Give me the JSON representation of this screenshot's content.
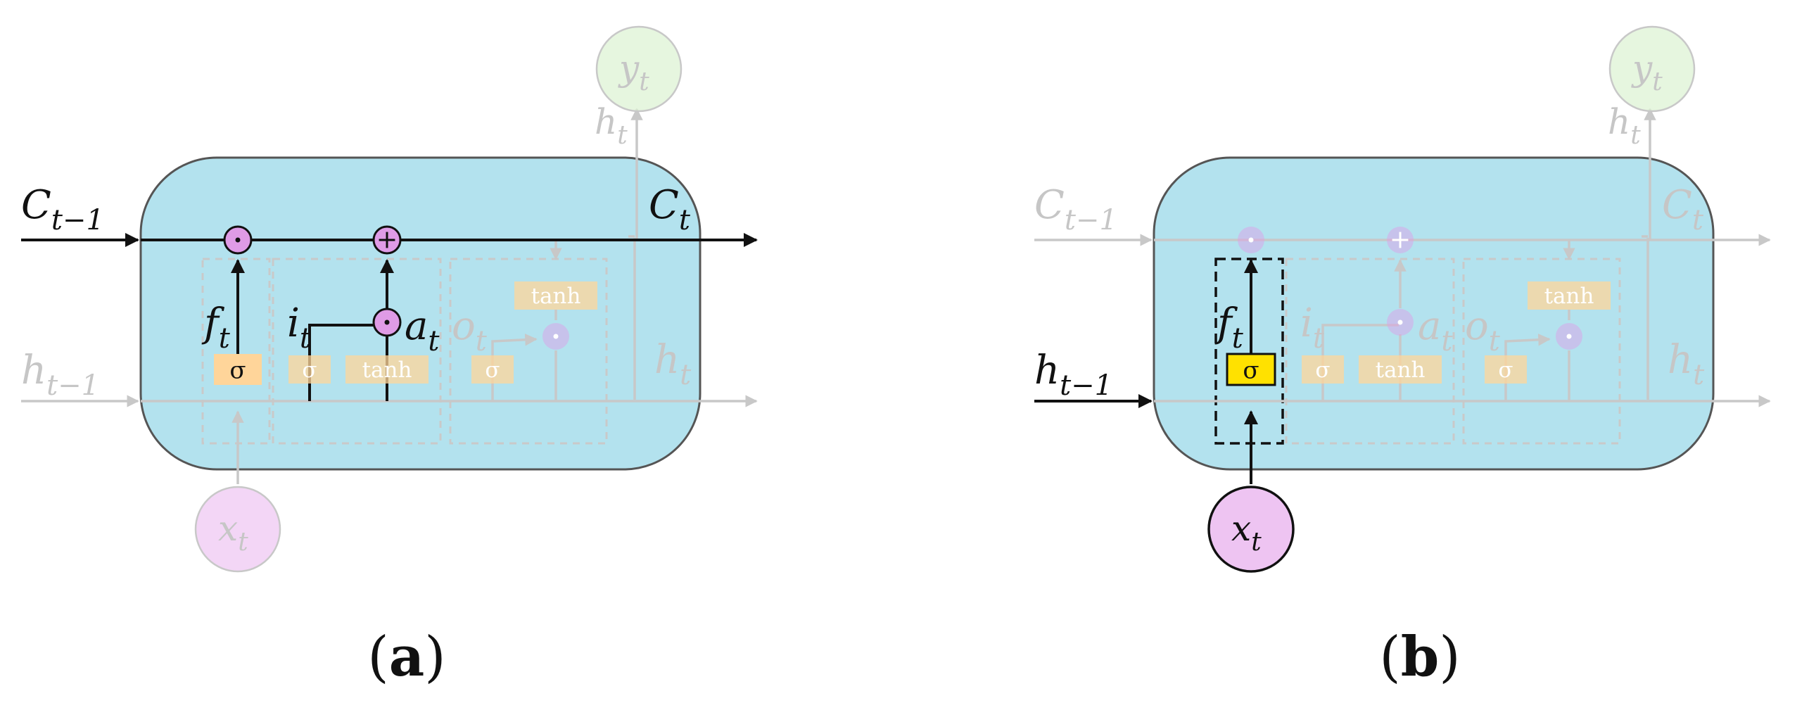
{
  "colors": {
    "cell_fill": "#b3e2ee",
    "cell_stroke": "#555555",
    "gate_box": "#ffd59a",
    "gate_box_active": "#ffe100",
    "pointwise_fill": "#df9be6",
    "input_fill": "#eec4f2",
    "output_fill": "#dcf2d2",
    "dim_line": "#c8c8c8",
    "active_line": "#111111",
    "dim_text": "#c6c6c6"
  },
  "panels": [
    {
      "caption": {
        "open": "(",
        "letter": "a",
        "close": ")"
      },
      "active": "cell-state",
      "labels": {
        "c_prev": {
          "base": "C",
          "sub": "t−1"
        },
        "c_next": {
          "base": "C",
          "sub": "t"
        },
        "h_prev": {
          "base": "h",
          "sub": "t−1"
        },
        "h_next": {
          "base": "h",
          "sub": "t"
        },
        "h_up": {
          "base": "h",
          "sub": "t"
        },
        "y": {
          "base": "y",
          "sub": "t"
        },
        "x": {
          "base": "x",
          "sub": "t"
        },
        "f": {
          "base": "f",
          "sub": "t"
        },
        "i": {
          "base": "i",
          "sub": "t"
        },
        "a": {
          "base": "a",
          "sub": "t"
        },
        "o": {
          "base": "o",
          "sub": "t"
        }
      },
      "gates": {
        "sigma": "σ",
        "tanh": "tanh"
      },
      "ops": {
        "mult": "·",
        "add": "+"
      }
    },
    {
      "caption": {
        "open": "(",
        "letter": "b",
        "close": ")"
      },
      "active": "forget-gate",
      "labels": {
        "c_prev": {
          "base": "C",
          "sub": "t−1"
        },
        "c_next": {
          "base": "C",
          "sub": "t"
        },
        "h_prev": {
          "base": "h",
          "sub": "t−1"
        },
        "h_next": {
          "base": "h",
          "sub": "t"
        },
        "h_up": {
          "base": "h",
          "sub": "t"
        },
        "y": {
          "base": "y",
          "sub": "t"
        },
        "x": {
          "base": "x",
          "sub": "t"
        },
        "f": {
          "base": "f",
          "sub": "t"
        },
        "i": {
          "base": "i",
          "sub": "t"
        },
        "a": {
          "base": "a",
          "sub": "t"
        },
        "o": {
          "base": "o",
          "sub": "t"
        }
      },
      "gates": {
        "sigma": "σ",
        "tanh": "tanh"
      },
      "ops": {
        "mult": "·",
        "add": "+"
      }
    }
  ]
}
